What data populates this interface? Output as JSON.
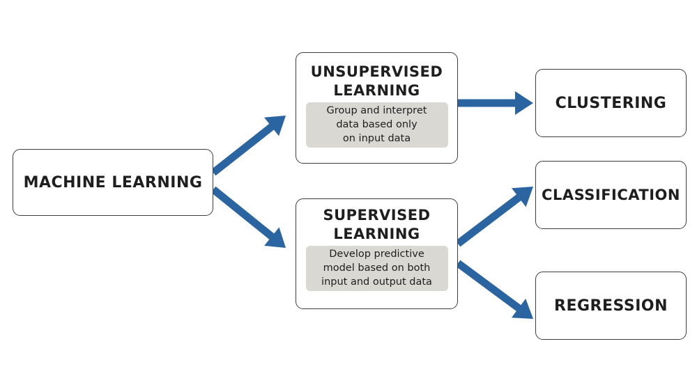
{
  "root": {
    "label": "MACHINE LEARNING"
  },
  "unsupervised": {
    "title_lines": [
      "UNSUPERVISED",
      "LEARNING"
    ],
    "description_lines": [
      "Group and interpret",
      "data based only",
      "on input data"
    ]
  },
  "supervised": {
    "title_lines": [
      "SUPERVISED",
      "LEARNING"
    ],
    "description_lines": [
      "Develop predictive",
      "model based on both",
      "input and output data"
    ]
  },
  "leaves": {
    "clustering": "CLUSTERING",
    "classification": "CLASSIFICATION",
    "regression": "REGRESSION"
  },
  "colors": {
    "arrow": "#2b65a1",
    "border": "#3c3c3c",
    "description_bg": "#d9d8d3",
    "text": "#1e1e1e"
  }
}
